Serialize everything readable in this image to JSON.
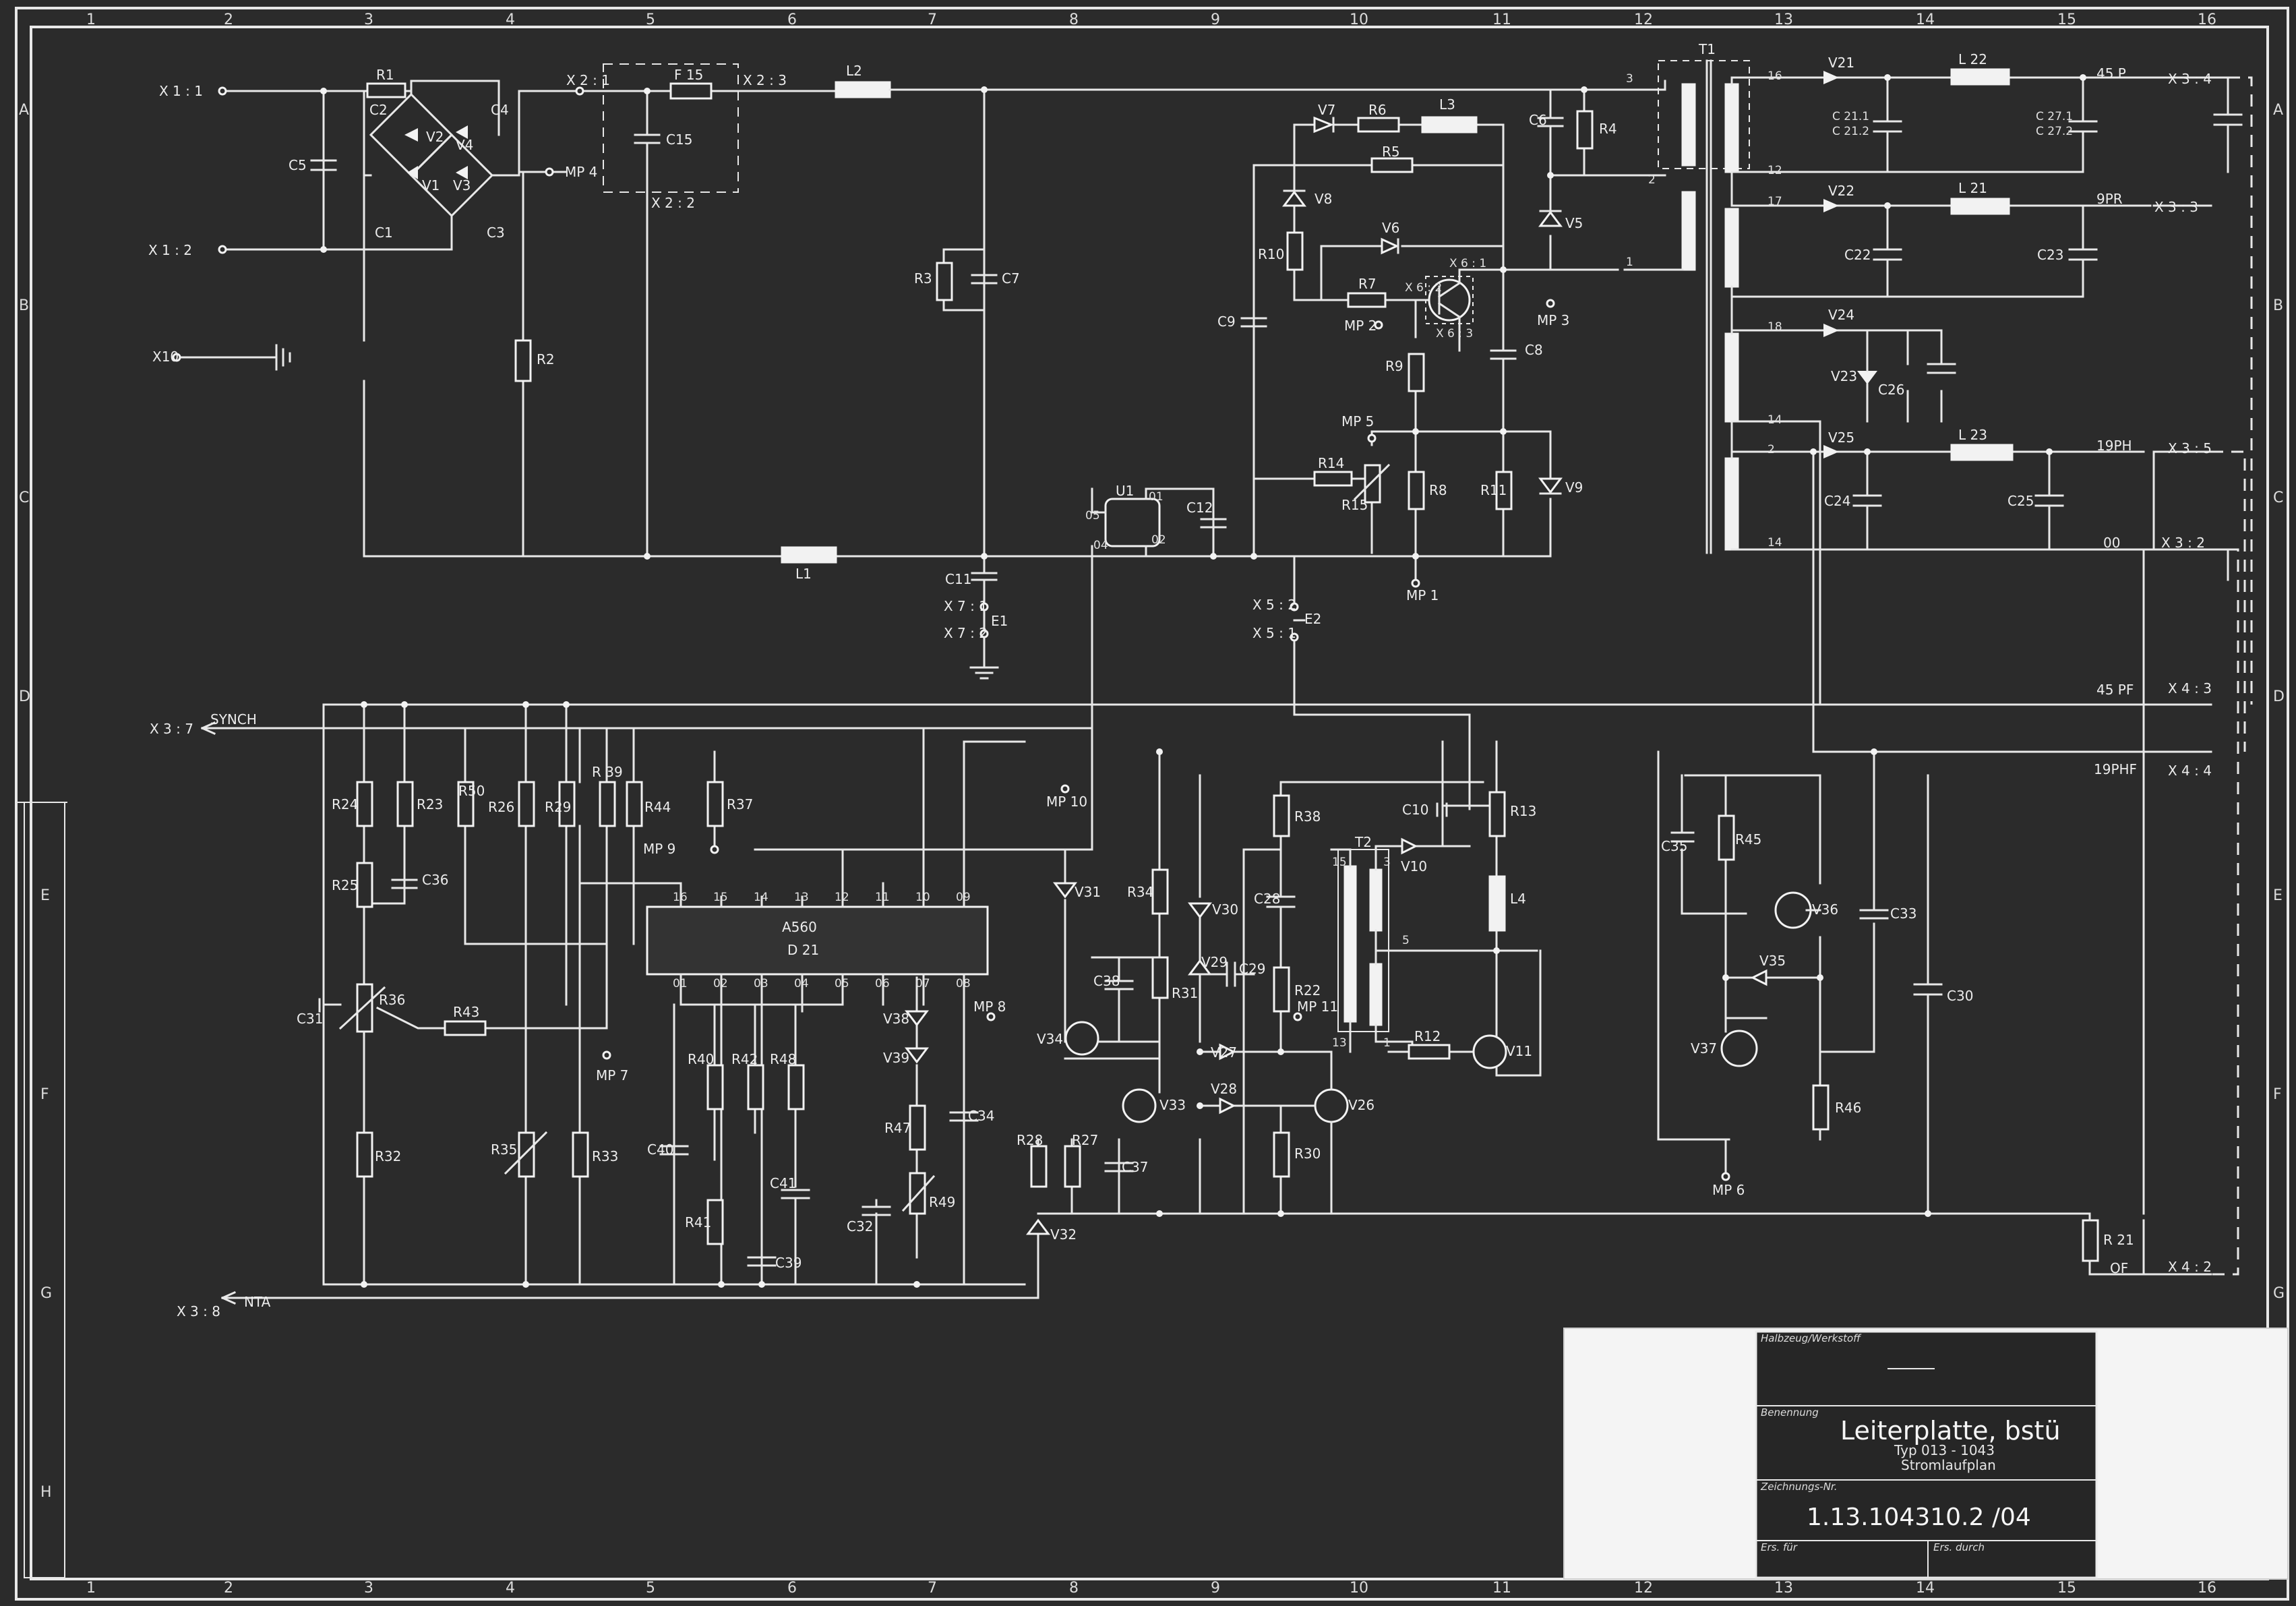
{
  "colors": {
    "background": "#2b2b2b",
    "ink": "#e8e8e8",
    "title_block": "#f4f4f4"
  },
  "grid": {
    "columns": [
      "1",
      "2",
      "3",
      "4",
      "5",
      "6",
      "7",
      "8",
      "9",
      "10",
      "11",
      "12",
      "13",
      "14",
      "15",
      "16"
    ],
    "rows": [
      "A",
      "B",
      "C",
      "D",
      "E",
      "F",
      "G",
      "H"
    ]
  },
  "components": {
    "R1": "R1",
    "R2": "R2",
    "R3": "R3",
    "R4": "R4",
    "R5": "R5",
    "R6": "R6",
    "R7": "R7",
    "R8": "R8",
    "R9": "R9",
    "R10": "R10",
    "R11": "R11",
    "R12": "R12",
    "R13": "R13",
    "R14": "R14",
    "R15": "R15",
    "R21": "R 21",
    "R22": "R22",
    "R23": "R23",
    "R24": "R24",
    "R25": "R25",
    "R26": "R26",
    "R27": "R27",
    "R28": "R28",
    "R29": "R29",
    "R30": "R30",
    "R31": "R31",
    "R32": "R32",
    "R33": "R33",
    "R34": "R34",
    "R35": "R35",
    "R36": "R36",
    "R37": "R37",
    "R38": "R38",
    "R39": "R 39",
    "R40": "R40",
    "R41": "R41",
    "R42": "R42",
    "R43": "R43",
    "R44": "R44",
    "R45": "R45",
    "R46": "R46",
    "R47": "R47",
    "R48": "R48",
    "R49": "R49",
    "R50": "R50",
    "C1": "C1",
    "C2": "C2",
    "C3": "C3",
    "C4": "C4",
    "C5": "C5",
    "C6": "C6",
    "C7": "C7",
    "C8": "C8",
    "C9": "C9",
    "C10": "C10",
    "C11": "C11",
    "C12": "C12",
    "C15": "C15",
    "C22": "C22",
    "C23": "C23",
    "C24": "C24",
    "C25": "C25",
    "C26": "C26",
    "C28": "C28",
    "C29": "C29",
    "C30": "C30",
    "C31": "C31",
    "C32": "C32",
    "C33": "C33",
    "C34": "C34",
    "C35": "C35",
    "C36": "C36",
    "C37": "C37",
    "C38": "C38",
    "C39": "C39",
    "C40": "C40",
    "C41": "C41",
    "C211": "C 21.1",
    "C212": "C 21.2",
    "C271": "C 27.1",
    "C272": "C 27.2",
    "V1": "V1",
    "V2": "V2",
    "V3": "V3",
    "V4": "V4",
    "V5": "V5",
    "V6": "V6",
    "V7": "V7",
    "V8": "V8",
    "V9": "V9",
    "V10": "V10",
    "V11": "V11",
    "V21": "V21",
    "V22": "V22",
    "V23": "V23",
    "V24": "V24",
    "V25": "V25",
    "V26": "V26",
    "V27": "V27",
    "V28": "V28",
    "V29": "V29",
    "V30": "V30",
    "V31": "V31",
    "V32": "V32",
    "V33": "V33",
    "V34": "V34",
    "V35": "V35",
    "V36": "V36",
    "V37": "V37",
    "V38": "V38",
    "V39": "V39",
    "L1": "L1",
    "L2": "L2",
    "L3": "L3",
    "L4": "L4",
    "L21": "L 21",
    "L22": "L 22",
    "L23": "L 23",
    "F15": "F 15",
    "U1": "U1",
    "T1": "T1",
    "T2": "T2",
    "E1": "E1",
    "E2": "E2"
  },
  "ic": {
    "name": "A560",
    "designator": "D 21",
    "top_pins": [
      "16",
      "15",
      "14",
      "13",
      "12",
      "11",
      "10",
      "09"
    ],
    "bottom_pins": [
      "01",
      "02",
      "03",
      "04",
      "05",
      "06",
      "07",
      "08"
    ]
  },
  "optocoupler_pins": [
    "05",
    "01",
    "04",
    "02"
  ],
  "connectors": {
    "X11": "X 1 : 1",
    "X12": "X 1 : 2",
    "X10": "X10",
    "X21": "X 2 : 1",
    "X22": "X 2 : 2",
    "X23": "X 2 : 3",
    "X71": "X 7 : 1",
    "X72": "X 7 : 2",
    "X51": "X 5 : 1",
    "X52": "X 5 : 2",
    "X61": "X 6 : 1",
    "X62": "X 6 : 2",
    "X63": "X 6 : 3",
    "X34": "X 3 : 4",
    "X33": "X 3 : 3",
    "X35": "X 3 : 5",
    "X32": "X 3 : 2",
    "X43": "X 4 : 3",
    "X44": "X 4 : 4",
    "X42": "X 4 : 2",
    "X37": "X 3 : 7",
    "X38": "X 3 : 8"
  },
  "nets": {
    "45P": "45 P",
    "9PR": "9PR",
    "19PH": "19PH",
    "00": "00",
    "45PF": "45 PF",
    "19PHF": "19PHF",
    "OF": "OF",
    "SYNCH": "SYNCH",
    "NTA": "NTA"
  },
  "test_points": [
    "MP 1",
    "MP 2",
    "MP 3",
    "MP 4",
    "MP 5",
    "MP 6",
    "MP 7",
    "MP 8",
    "MP 9",
    "MP 10",
    "MP 11"
  ],
  "transformer_pins": [
    "3",
    "2",
    "1",
    "16",
    "12",
    "17",
    "18",
    "14",
    "2",
    "14",
    "15",
    "3",
    "5",
    "13",
    "1"
  ],
  "title_block": {
    "header_label": "Halbzeug/Werkstoff",
    "designation_label": "Benennung",
    "title": "Leiterplatte, bstü",
    "type": "Typ 013 - 1043",
    "kind": "Stromlaufplan",
    "drawing_no_label": "Zeichnungs-Nr.",
    "drawing_no": "1.13.104310.2 /04",
    "rev_label_left": "Ers. für",
    "rev_label_right": "Ers. durch"
  }
}
